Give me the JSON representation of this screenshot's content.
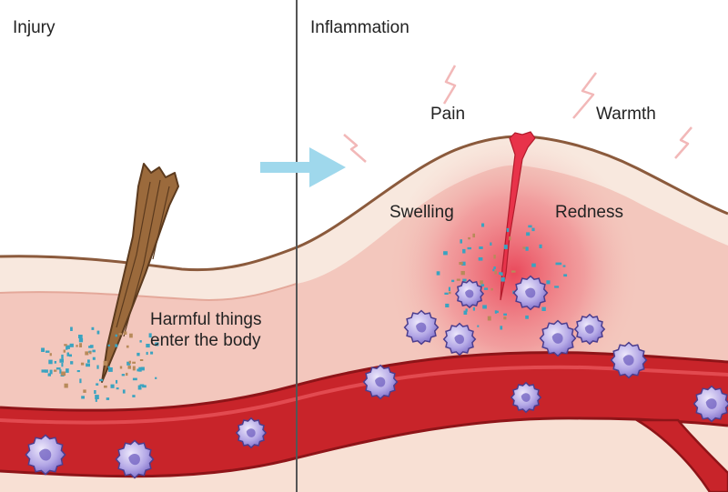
{
  "panels": {
    "injury": {
      "title": "Injury",
      "note": "Harmful things enter the body"
    },
    "inflammation": {
      "title": "Inflammation"
    }
  },
  "symptoms": {
    "pain": "Pain",
    "warmth": "Warmth",
    "swelling": "Swelling",
    "redness": "Redness"
  },
  "colors": {
    "skin_surface": "#f8e8de",
    "tissue": "#f3c7bd",
    "skin_line": "#8b5a3c",
    "vessel": "#c8242a",
    "vessel_dark": "#8e1418",
    "inflamed_red": "#e8334a",
    "white_cell": "#9a8ad6",
    "arrow": "#9fd8ec",
    "divider": "#555555",
    "splinter": "#9b6a3c",
    "bacteria": "#3aa3c0"
  },
  "icons": {
    "pain": "lightning-icon",
    "warmth": "lightning-icon",
    "arrow": "arrow-right-icon"
  }
}
